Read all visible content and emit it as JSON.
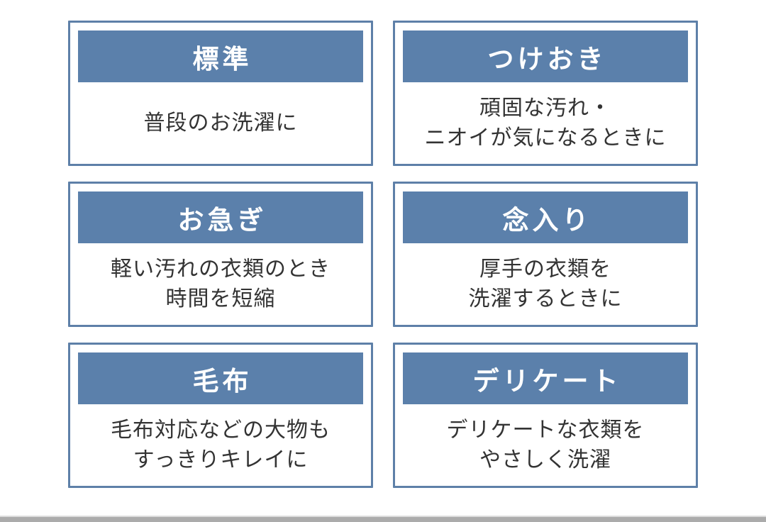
{
  "theme": {
    "header_bg": "#5b80ab",
    "card_border": "#5e80a8",
    "header_text": "#ffffff",
    "body_text": "#333333",
    "page_edge_bar": "#ababab"
  },
  "cards": [
    {
      "title": "標準",
      "lines": [
        "普段のお洗濯に"
      ]
    },
    {
      "title": "つけおき",
      "lines": [
        "頑固な汚れ・",
        "ニオイが気になるときに"
      ]
    },
    {
      "title": "お急ぎ",
      "lines": [
        "軽い汚れの衣類のとき",
        "時間を短縮"
      ]
    },
    {
      "title": "念入り",
      "lines": [
        "厚手の衣類を",
        "洗濯するときに"
      ]
    },
    {
      "title": "毛布",
      "lines": [
        "毛布対応などの大物も",
        "すっきりキレイに"
      ]
    },
    {
      "title": "デリケート",
      "lines": [
        "デリケートな衣類を",
        "やさしく洗濯"
      ]
    }
  ]
}
